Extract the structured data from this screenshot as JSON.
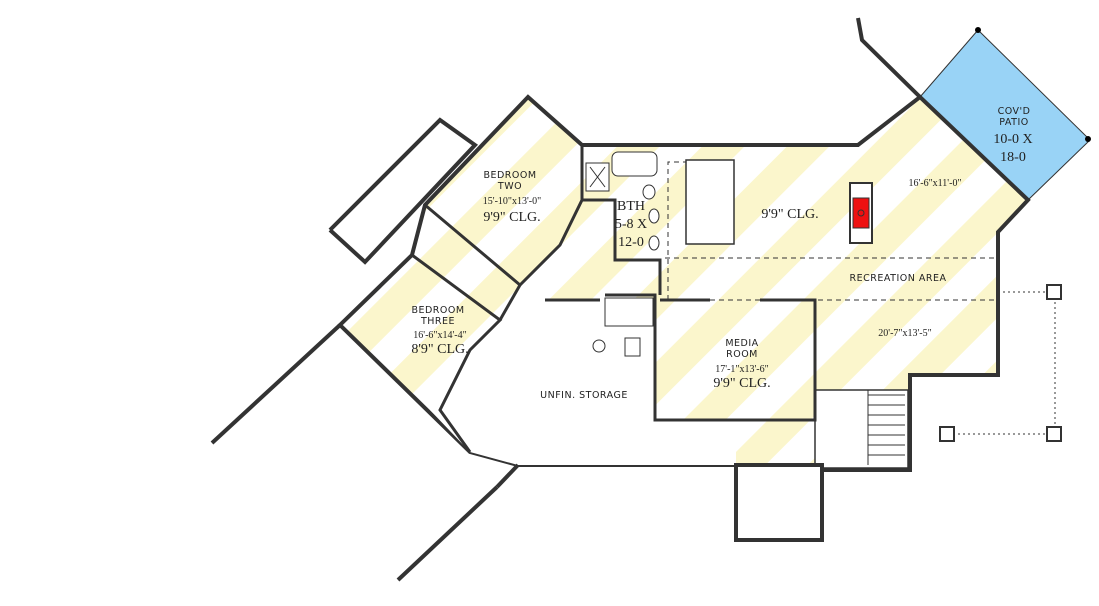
{
  "colors": {
    "stripe": "#fbf6cc",
    "patio": "#99d3f6",
    "fireplace": "#ee1111",
    "wall": "#333333"
  },
  "rooms": {
    "bedroom_two": {
      "name_line1": "BEDROOM",
      "name_line2": "TWO",
      "size": "15'-10\"x13'-0\"",
      "ceiling": "9'9\" CLG."
    },
    "bath": {
      "name": "BTH",
      "size_line1": "5-8 X",
      "size_line2": "12-0"
    },
    "kitchen_area": {
      "ceiling": "9'9\" CLG.",
      "size": "16'-6\"x11'-0\""
    },
    "patio": {
      "name_line1": "COV'D",
      "name_line2": "PATIO",
      "size_line1": "10-0 X",
      "size_line2": "18-0"
    },
    "recreation": {
      "name": "RECREATION AREA",
      "size": "20'-7\"x13'-5\""
    },
    "bedroom_three": {
      "name_line1": "BEDROOM",
      "name_line2": "THREE",
      "size": "16'-6\"x14'-4\"",
      "ceiling": "8'9\" CLG."
    },
    "media": {
      "name_line1": "MEDIA",
      "name_line2": "ROOM",
      "size": "17'-1\"x13'-6\"",
      "ceiling": "9'9\" CLG."
    },
    "storage": {
      "name": "UNFIN. STORAGE"
    }
  }
}
